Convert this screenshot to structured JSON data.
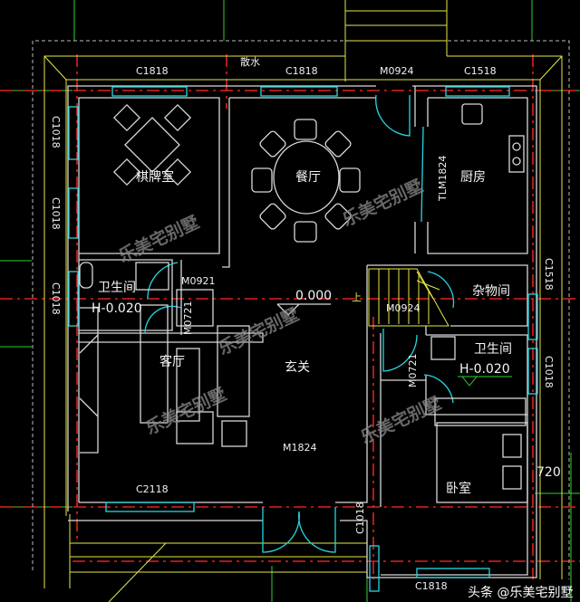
{
  "plan": {
    "apron_label": "散水",
    "rooms": {
      "chess_room": "棋牌室",
      "dining": "餐厅",
      "kitchen": "厨房",
      "bath_left": "卫生间",
      "bath_right": "卫生间",
      "storage": "杂物间",
      "living": "客厅",
      "foyer": "玄关",
      "bedroom": "卧室"
    },
    "windows": {
      "top_left": "C1818",
      "top_mid": "C1818",
      "top_right": "C1518",
      "left_1": "C1018",
      "left_2": "C1018",
      "left_3": "C1018",
      "right_storage": "C1518",
      "right_bath": "C1018",
      "bottom_living": "C2118",
      "bottom_bedroom_side": "C1018",
      "bottom_bedroom": "C1818"
    },
    "doors": {
      "top_entry": "M0924",
      "kitchen_slide": "TLM1824",
      "bath_left_room": "M0921",
      "bath_left": "M0721",
      "storage": "M0924",
      "bath_right": "M0721",
      "main": "M1824"
    },
    "elevations": {
      "floor": "0.000",
      "bath_left": "H-0.020",
      "bath_right": "H-0.020"
    },
    "stair_label": "上",
    "dimension": "720"
  },
  "watermark": "乐美宅别墅",
  "footer": "头条 @乐美宅别墅"
}
